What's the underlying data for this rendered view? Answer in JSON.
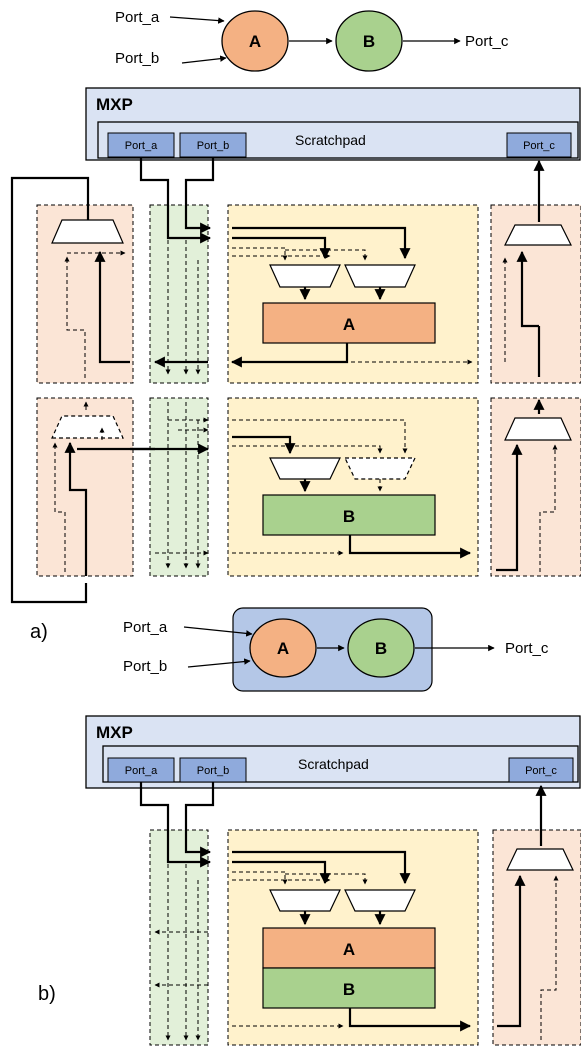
{
  "graph_top": {
    "inputs": [
      "Port_a",
      "Port_b"
    ],
    "nodes": [
      "A",
      "B"
    ],
    "output": "Port_c"
  },
  "graph_bottom": {
    "inputs": [
      "Port_a",
      "Port_b"
    ],
    "nodes": [
      "A",
      "B"
    ],
    "output": "Port_c"
  },
  "mxp": {
    "title": "MXP",
    "scratchpad_label": "Scratchpad",
    "ports": [
      "Port_a",
      "Port_b",
      "Port_c"
    ]
  },
  "blocks": {
    "a": "A",
    "b": "B"
  },
  "panels": {
    "a": "a)",
    "b": "b)"
  },
  "colors": {
    "node_a": "#f4b183",
    "node_b": "#a9d18e",
    "mxp_bg": "#dae3f3",
    "port_bg": "#8faadc",
    "fused_bg": "#b4c7e7",
    "pink_region": "#fbe5d6",
    "green_region": "#e2f0d9",
    "yellow_region": "#fff2cc"
  }
}
